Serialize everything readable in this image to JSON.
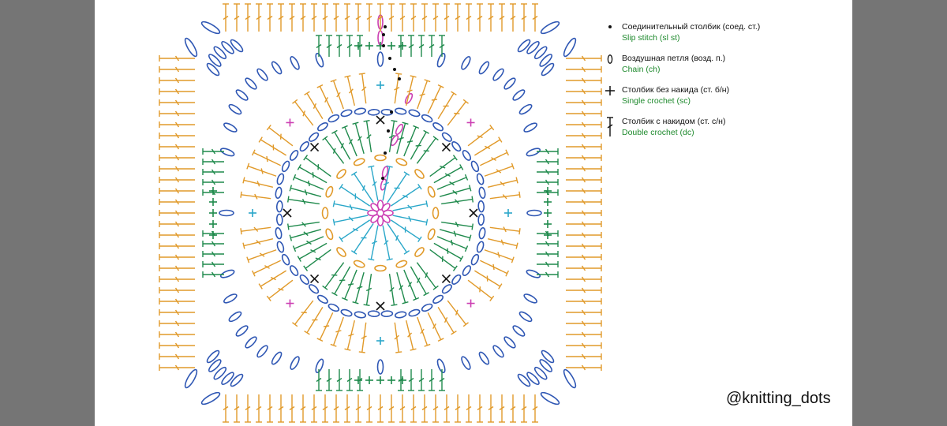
{
  "legend": {
    "items": [
      {
        "ru": "Соединительный столбик  (соед. ст.)",
        "en": "Slip stitch  (sl st)",
        "symbol": "dot-icon"
      },
      {
        "ru": "Воздушная петля (возд. п.)",
        "en": "Chain (ch)",
        "symbol": "chain-oval-icon"
      },
      {
        "ru": "Столбик без накида (ст. б/н)",
        "en": "Single crochet (sc)",
        "symbol": "plus-icon"
      },
      {
        "ru": "Столбик с накидом (ст. с/н)",
        "en": "Double crochet (dc)",
        "symbol": "double-crochet-icon"
      }
    ]
  },
  "credit": "@knitting_dots",
  "colors": {
    "background_outer": "#757575",
    "page": "#ffffff",
    "chain_blue": "#2f57b4",
    "orange_dc": "#e19a2a",
    "green_dc": "#1f8a4c",
    "cyan_sc": "#2aa7c9",
    "magenta": "#cc3fb3",
    "black": "#111111",
    "legend_en_green": "#1f8a2e"
  }
}
